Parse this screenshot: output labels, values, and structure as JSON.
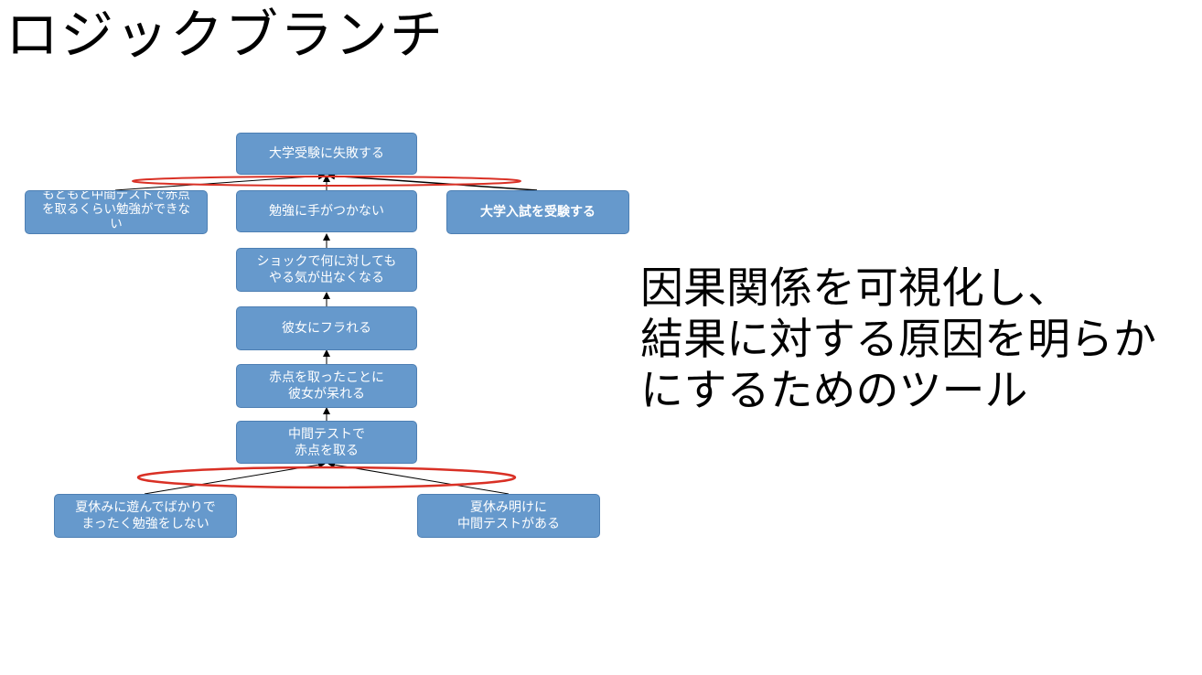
{
  "slide": {
    "title": "ロジックブランチ",
    "description": "因果関係を可視化し、\n結果に対する原因を明らか\nにするためのツール"
  },
  "diagram": {
    "nodes": {
      "university_fail": "大学受験に失敗する",
      "originally_poor": "もともと中間テストで赤点\nを取るくらい勉強ができな\nい",
      "cannot_study": "勉強に手がつかない",
      "take_exam": "大学入試を受験する",
      "shocked": "ショックで何に対しても\nやる気が出なくなる",
      "dumped": "彼女にフラれる",
      "girlfriend_disappointed": "赤点を取ったことに\n彼女が呆れる",
      "failing_grade": "中間テストで\n赤点を取る",
      "summer_play": "夏休みに遊んでばかりで\nまったく勉強をしない",
      "midterm_after_summer": "夏休み明けに\n中間テストがある"
    }
  },
  "colors": {
    "node_fill": "#6699cc",
    "node_text": "#ffffff",
    "highlight_ellipse": "#d93025",
    "arrow": "#000000"
  }
}
